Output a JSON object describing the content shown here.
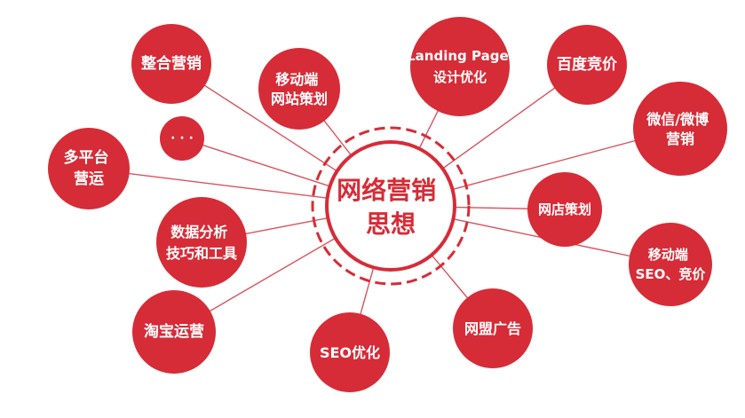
{
  "center": {
    "line1": "网络营销",
    "line2": "思想"
  },
  "nodes": [
    {
      "id": "zhenghe",
      "lines": [
        "整合营销"
      ]
    },
    {
      "id": "mobile-site",
      "lines": [
        "移动端",
        "网站策划"
      ]
    },
    {
      "id": "landing",
      "lines": [
        "Landing Page",
        "设计优化"
      ]
    },
    {
      "id": "baidu",
      "lines": [
        "百度竞价"
      ]
    },
    {
      "id": "wechat",
      "lines": [
        "微信/微博",
        "营销"
      ]
    },
    {
      "id": "dots",
      "lines": [
        "· · ·"
      ]
    },
    {
      "id": "multi-platform",
      "lines": [
        "多平台",
        "营运"
      ]
    },
    {
      "id": "shop",
      "lines": [
        "网店策划"
      ]
    },
    {
      "id": "data-analysis",
      "lines": [
        "数据分析",
        "技巧和工具"
      ]
    },
    {
      "id": "mobile-seo",
      "lines": [
        "移动端",
        "SEO、竞价"
      ]
    },
    {
      "id": "taobao",
      "lines": [
        "淘宝运营"
      ]
    },
    {
      "id": "seo",
      "lines": [
        "SEO优化"
      ]
    },
    {
      "id": "affiliate",
      "lines": [
        "网盟广告"
      ]
    }
  ],
  "colors": {
    "accent": "#d62c37",
    "link": "#d9535e",
    "text_on_accent": "#ffffff"
  }
}
